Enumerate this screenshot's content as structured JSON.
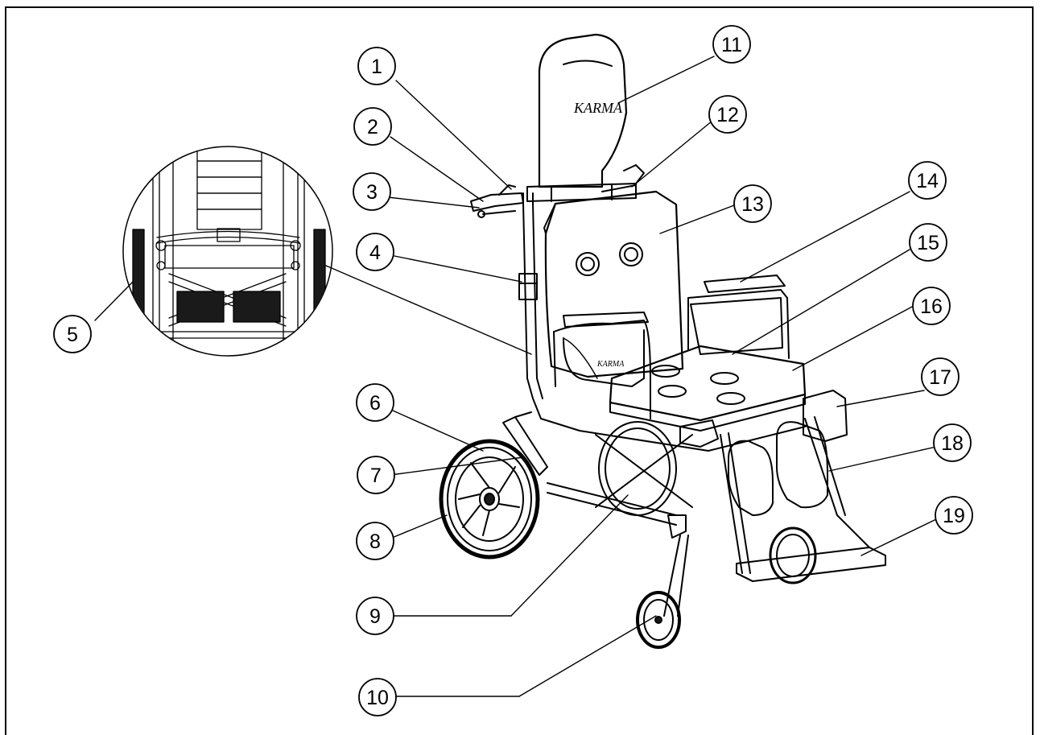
{
  "diagram": {
    "brand_label": "KARMA",
    "seat_brand_label": "KARMA",
    "callouts": [
      {
        "id": "c1",
        "label": "1"
      },
      {
        "id": "c2",
        "label": "2"
      },
      {
        "id": "c3",
        "label": "3"
      },
      {
        "id": "c4",
        "label": "4"
      },
      {
        "id": "c5",
        "label": "5"
      },
      {
        "id": "c6",
        "label": "6"
      },
      {
        "id": "c7",
        "label": "7"
      },
      {
        "id": "c8",
        "label": "8"
      },
      {
        "id": "c9",
        "label": "9"
      },
      {
        "id": "c10",
        "label": "10"
      },
      {
        "id": "c11",
        "label": "11"
      },
      {
        "id": "c12",
        "label": "12"
      },
      {
        "id": "c13",
        "label": "13"
      },
      {
        "id": "c14",
        "label": "14"
      },
      {
        "id": "c15",
        "label": "15"
      },
      {
        "id": "c16",
        "label": "16"
      },
      {
        "id": "c17",
        "label": "17"
      },
      {
        "id": "c18",
        "label": "18"
      },
      {
        "id": "c19",
        "label": "19"
      }
    ]
  },
  "colors": {
    "line": "#000000",
    "background": "#ffffff",
    "pad": "#1a1a1a"
  }
}
